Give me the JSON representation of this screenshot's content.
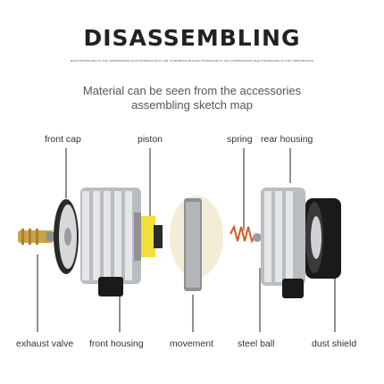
{
  "title": "DISASSEMBLING",
  "tagline": "ELECTROMAGNETIC AIR COMPRESSOR  ELECTROMAGNETIC AIR COMPRESSOR  ELECTROMAGNETIC AIR COMPRESSOR  ELECTROMAGNETIC AIR COMPRESSOR",
  "subtitle": {
    "line1": "Material can be seen from the accessories",
    "line2": "assembling sketch map"
  },
  "labels": {
    "front_cap": "front cap",
    "piston": "piston",
    "spring": "spring",
    "rear_housing": "rear housing",
    "exhaust_valve": "exhaust valve",
    "front_housing": "front housing",
    "movement": "movement",
    "steel_ball": "steel ball",
    "dust_shield": "dust shield"
  },
  "colors": {
    "brass": "#c9a24a",
    "aluminium": "#b9bcc0",
    "black": "#1a1a1a",
    "magnet": "#f2df3a",
    "cream": "#f3ecd6",
    "spring": "#d85a2a"
  }
}
